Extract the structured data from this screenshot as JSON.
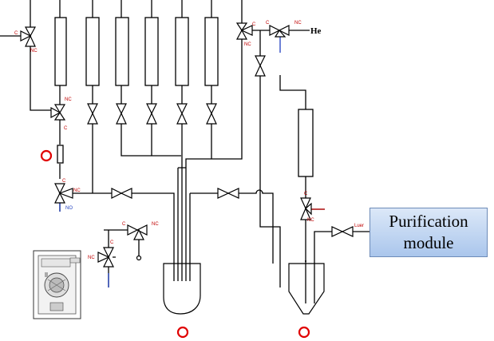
{
  "valve_labels": {
    "c": "C",
    "nc": "NC",
    "no": "NO",
    "luer": "Luer"
  },
  "gas_label": "He",
  "module_label": "Purification module",
  "marker_color": "#e00000",
  "module_fill": "#c5d8f3",
  "icons": {
    "three_way_valve": "bowtie-with-actuator",
    "two_way_valve": "bowtie",
    "reactor": "round-bottom-vessel",
    "marker": "red-circle"
  }
}
